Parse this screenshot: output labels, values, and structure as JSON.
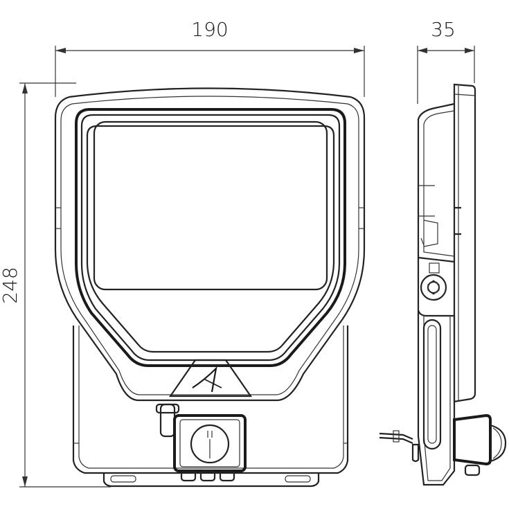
{
  "dimensions": {
    "width_label": "190",
    "depth_label": "35",
    "height_label": "248"
  }
}
